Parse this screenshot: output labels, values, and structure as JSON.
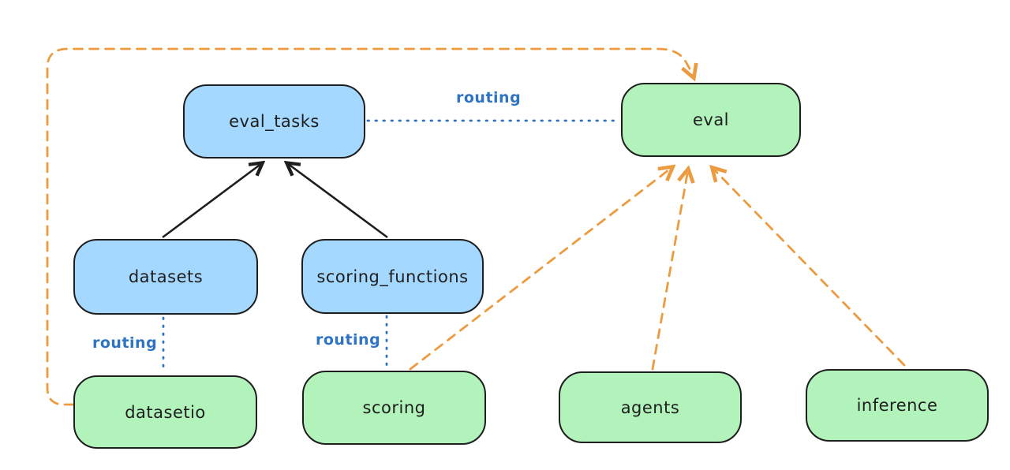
{
  "nodes": [
    {
      "id": "eval_tasks",
      "label": "eval_tasks",
      "kind": "api"
    },
    {
      "id": "eval",
      "label": "eval",
      "kind": "provider"
    },
    {
      "id": "datasets",
      "label": "datasets",
      "kind": "api"
    },
    {
      "id": "scoring_functions",
      "label": "scoring_functions",
      "kind": "api"
    },
    {
      "id": "datasetio",
      "label": "datasetio",
      "kind": "provider"
    },
    {
      "id": "scoring",
      "label": "scoring",
      "kind": "provider"
    },
    {
      "id": "agents",
      "label": "agents",
      "kind": "provider"
    },
    {
      "id": "inference",
      "label": "inference",
      "kind": "provider"
    }
  ],
  "edges": [
    {
      "from": "datasets",
      "to": "eval_tasks",
      "style": "solid-black-arrow"
    },
    {
      "from": "scoring_functions",
      "to": "eval_tasks",
      "style": "solid-black-arrow"
    },
    {
      "from": "eval_tasks",
      "to": "eval",
      "style": "dotted-blue",
      "label": "routing"
    },
    {
      "from": "datasets",
      "to": "datasetio",
      "style": "dotted-blue",
      "label": "routing"
    },
    {
      "from": "scoring_functions",
      "to": "scoring",
      "style": "dotted-blue",
      "label": "routing"
    },
    {
      "from": "datasetio",
      "to": "eval",
      "style": "dashed-orange-arrow"
    },
    {
      "from": "scoring",
      "to": "eval",
      "style": "dashed-orange-arrow"
    },
    {
      "from": "agents",
      "to": "eval",
      "style": "dashed-orange-arrow"
    },
    {
      "from": "inference",
      "to": "eval",
      "style": "dashed-orange-arrow"
    }
  ],
  "colors": {
    "api_fill": "#a5d8ff",
    "provider_fill": "#b2f2bb",
    "node_stroke": "#1e1e1e",
    "routing_blue": "#2f74c2",
    "dashed_orange": "#ec9b40"
  }
}
